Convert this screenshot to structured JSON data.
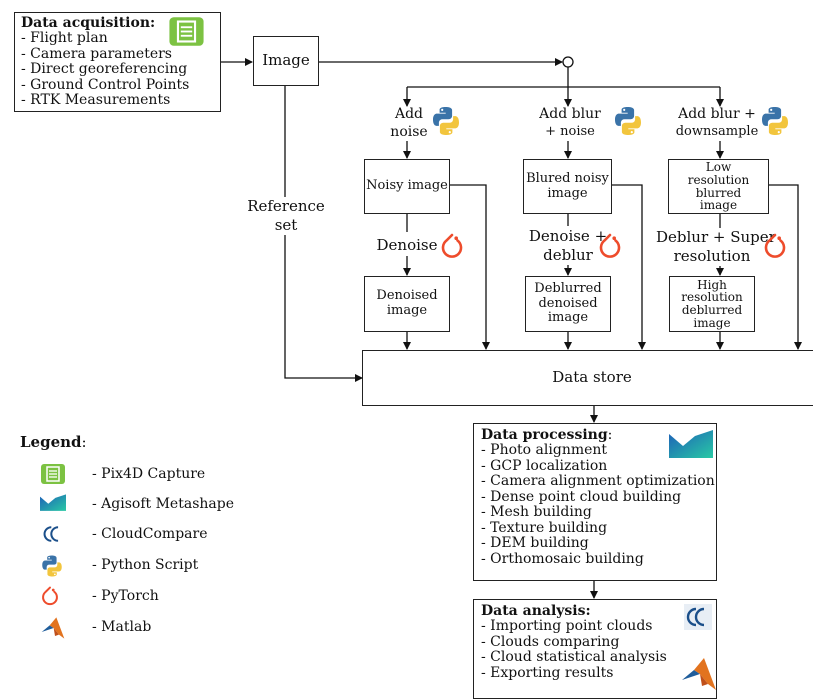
{
  "acquisition": {
    "title": "Data acquisition:",
    "items": [
      "- Flight plan",
      "- Camera parameters",
      "- Direct georeferencing",
      "- Ground Control Points",
      "- RTK Measurements"
    ]
  },
  "image_node": "Image",
  "reference": [
    "Reference",
    "set"
  ],
  "branches": [
    {
      "operation": [
        "Add",
        "noise"
      ],
      "input_box": [
        "Noisy image"
      ],
      "process": [
        "Denoise"
      ],
      "output_box": [
        "Denoised",
        "image"
      ]
    },
    {
      "operation": [
        "Add blur",
        "+ noise"
      ],
      "input_box": [
        "Blured noisy",
        "image"
      ],
      "process": [
        "Denoise +",
        "deblur"
      ],
      "output_box": [
        "Deblurred",
        "denoised",
        "image"
      ]
    },
    {
      "operation": [
        "Add blur +",
        "downsample"
      ],
      "input_box": [
        "Low",
        "resolution",
        "blurred",
        "image"
      ],
      "process": [
        "Deblur + Super",
        "resolution"
      ],
      "output_box": [
        "High",
        "resolution",
        "deblurred",
        "image"
      ]
    }
  ],
  "data_store": "Data store",
  "processing": {
    "title": "Data processing",
    "title_suffix": ":",
    "items": [
      "- Photo alignment",
      "- GCP localization",
      "- Camera alignment optimization",
      "- Dense point cloud building",
      "- Mesh building",
      "- Texture building",
      "- DEM building",
      "- Orthomosaic building"
    ]
  },
  "analysis": {
    "title": "Data analysis:",
    "items": [
      "- Importing point clouds",
      "- Clouds comparing",
      "- Cloud statistical analysis",
      "- Exporting results"
    ]
  },
  "legend": {
    "title": "Legend",
    "title_suffix": ":",
    "items": [
      {
        "icon": "pix4d-capture-icon",
        "label": "- Pix4D Capture"
      },
      {
        "icon": "agisoft-metashape-icon",
        "label": "- Agisoft Metashape"
      },
      {
        "icon": "cloudcompare-icon",
        "label": "- CloudCompare"
      },
      {
        "icon": "python-icon",
        "label": "- Python Script"
      },
      {
        "icon": "pytorch-icon",
        "label": "- PyTorch"
      },
      {
        "icon": "matlab-icon",
        "label": "- Matlab"
      }
    ]
  },
  "colors": {
    "pix4d": "#7cc242",
    "metashape_dark": "#1d5fb8",
    "metashape_light": "#29c9a5",
    "cloudcompare": "#1b4f8a",
    "python_blue": "#3a73a8",
    "python_yellow": "#f2c53d",
    "pytorch": "#ee4c2c",
    "matlab_orange": "#e2731f",
    "matlab_blue": "#1f5d9b"
  }
}
